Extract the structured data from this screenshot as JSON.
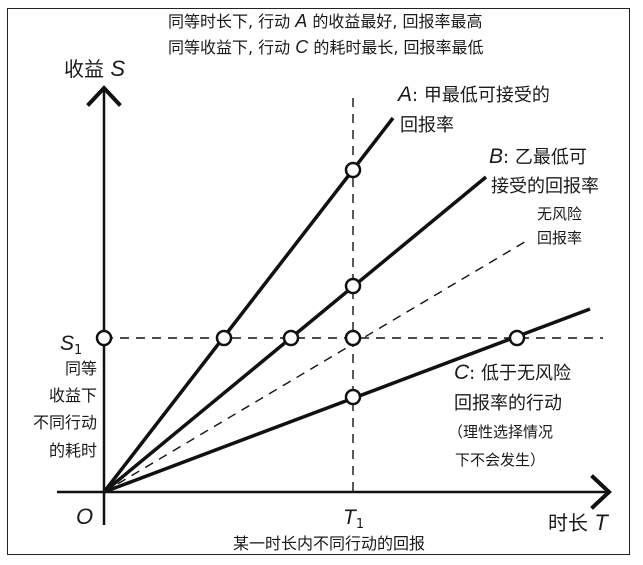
{
  "header": {
    "line1_parts": [
      "同等时长下, 行动 ",
      "A",
      " 的收益最好, 回报率最高"
    ],
    "line2_parts": [
      "同等收益下, 行动 ",
      "C",
      " 的耗时最长, 回报率最低"
    ]
  },
  "axes": {
    "y_label_text": "收益 ",
    "y_label_var": "S",
    "x_label_text": "时长 ",
    "x_label_var": "T",
    "origin": "O",
    "s1_var": "S",
    "s1_sub": "1",
    "t1_var": "T",
    "t1_sub": "1"
  },
  "left_annotation": [
    "同等",
    "收益下",
    "不同行动",
    "的耗时"
  ],
  "bottom_caption": "某一时长内不同行动的回报",
  "labels": {
    "A": {
      "key": "A",
      "sep": ":",
      "line1": " 甲最低可接受的",
      "line2": "回报率"
    },
    "B": {
      "key": "B",
      "sep": ":",
      "line1": " 乙最低可",
      "line2": "接受的回报率"
    },
    "riskfree": {
      "line1": "无风险",
      "line2": "回报率"
    },
    "C": {
      "key": "C",
      "sep": ":",
      "line1": " 低于无风险",
      "line2": "回报率的行动",
      "line3": "（理性选择情况",
      "line4": "下不会发生）"
    }
  },
  "colors": {
    "ink": "#111111",
    "background": "#ffffff"
  },
  "chart_data": {
    "type": "line",
    "title": "某一时长内不同行动的回报",
    "xlabel": "时长 T",
    "ylabel": "收益 S",
    "reference_lines": {
      "x": "T1",
      "y": "S1"
    },
    "series": [
      {
        "name": "A: 甲最低可接受的回报率",
        "style": "solid",
        "slope_relative": 1.71,
        "points": [
          [
            "O",
            0
          ],
          [
            "S1 at t≈0.48·T1",
            "S1"
          ],
          [
            "T1",
            "≈1.93·S1"
          ]
        ]
      },
      {
        "name": "B: 乙最低可接受的回报率",
        "style": "solid",
        "slope_relative": 1.33,
        "points": [
          [
            "O",
            0
          ],
          [
            "S1 at t≈0.75·T1",
            "S1"
          ],
          [
            "T1",
            "≈1.33·S1"
          ]
        ]
      },
      {
        "name": "无风险回报率",
        "style": "dashed",
        "slope_relative": 1.0,
        "points": [
          [
            "O",
            0
          ],
          [
            "T1",
            "S1"
          ]
        ]
      },
      {
        "name": "C: 低于无风险回报率的行动（理性选择情况下不会发生）",
        "style": "solid",
        "slope_relative": 0.62,
        "points": [
          [
            "O",
            0
          ],
          [
            "T1",
            "≈0.62·S1"
          ],
          [
            "S1 at t≈1.66·T1",
            "S1"
          ]
        ]
      }
    ],
    "annotations": [
      "同等时长下, 行动 A 的收益最好, 回报率最高",
      "同等收益下, 行动 C 的耗时最长, 回报率最低",
      "同等收益下不同行动的耗时"
    ]
  }
}
